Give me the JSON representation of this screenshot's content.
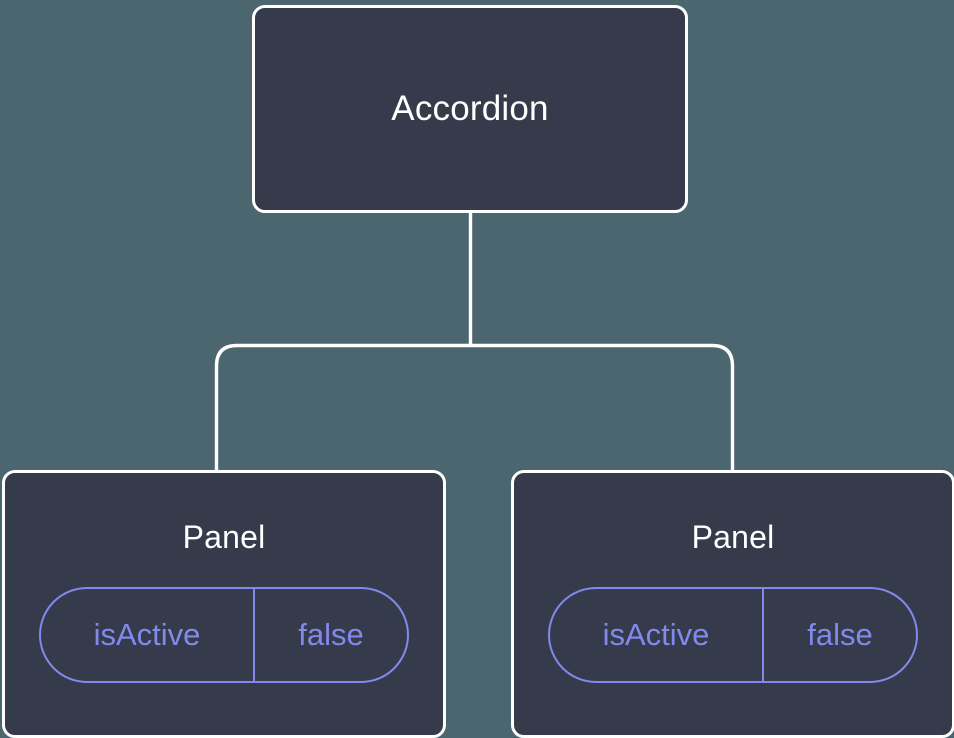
{
  "diagram": {
    "type": "component-tree",
    "background_color": "#4c6670",
    "node_fill_color": "#353b4a",
    "node_border_color": "#ffffff",
    "edge_color": "#ffffff",
    "state_accent_color": "#8289ed",
    "title_color": "#ffffff",
    "root": {
      "label": "Accordion"
    },
    "children": [
      {
        "label": "Panel",
        "state": {
          "key": "isActive",
          "value": "false"
        }
      },
      {
        "label": "Panel",
        "state": {
          "key": "isActive",
          "value": "false"
        }
      }
    ]
  }
}
